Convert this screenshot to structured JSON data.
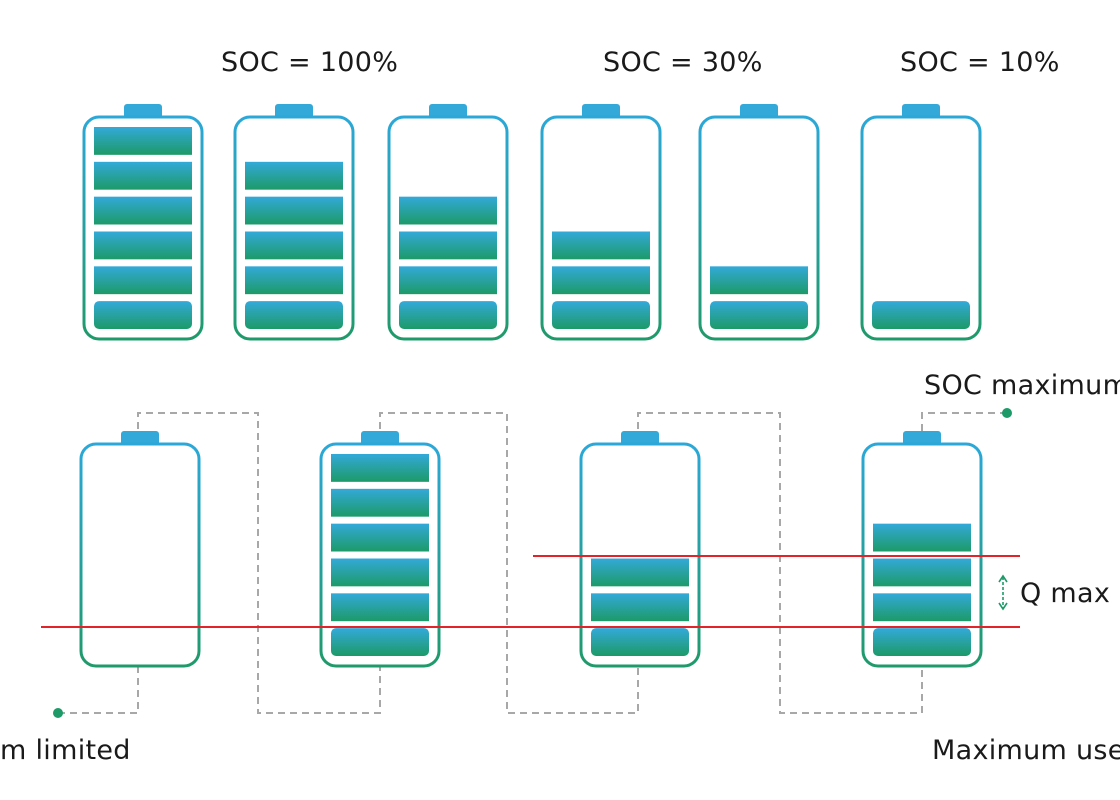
{
  "labels": {
    "soc_100": "SOC = 100%",
    "soc_30": "SOC = 30%",
    "soc_10": "SOC = 10%",
    "soc_maximum": "SOC maximum",
    "q_max": "Q max",
    "left_bottom": "m limited",
    "right_bottom": "Maximum usea"
  },
  "top_row": {
    "cells_total": 6,
    "batteries": [
      {
        "filled_segments": 6
      },
      {
        "filled_segments": 5
      },
      {
        "filled_segments": 4
      },
      {
        "filled_segments": 3
      },
      {
        "filled_segments": 2
      },
      {
        "filled_segments": 1
      }
    ]
  },
  "bottom_row": {
    "cells_total": 6,
    "batteries": [
      {
        "filled_segments": 0
      },
      {
        "filled_segments": 6
      },
      {
        "filled_segments": 3
      },
      {
        "filled_segments": 4
      }
    ]
  },
  "colors": {
    "outline_top": "#2ba8d8",
    "outline_bottom": "#1f9a6a",
    "fill_top": "#33a9d9",
    "fill_bottom": "#1d9a68",
    "cap": "#33a9d9",
    "red_line": "#e0242a",
    "dashed": "#a8a8a8",
    "dot": "#1d9a68"
  }
}
